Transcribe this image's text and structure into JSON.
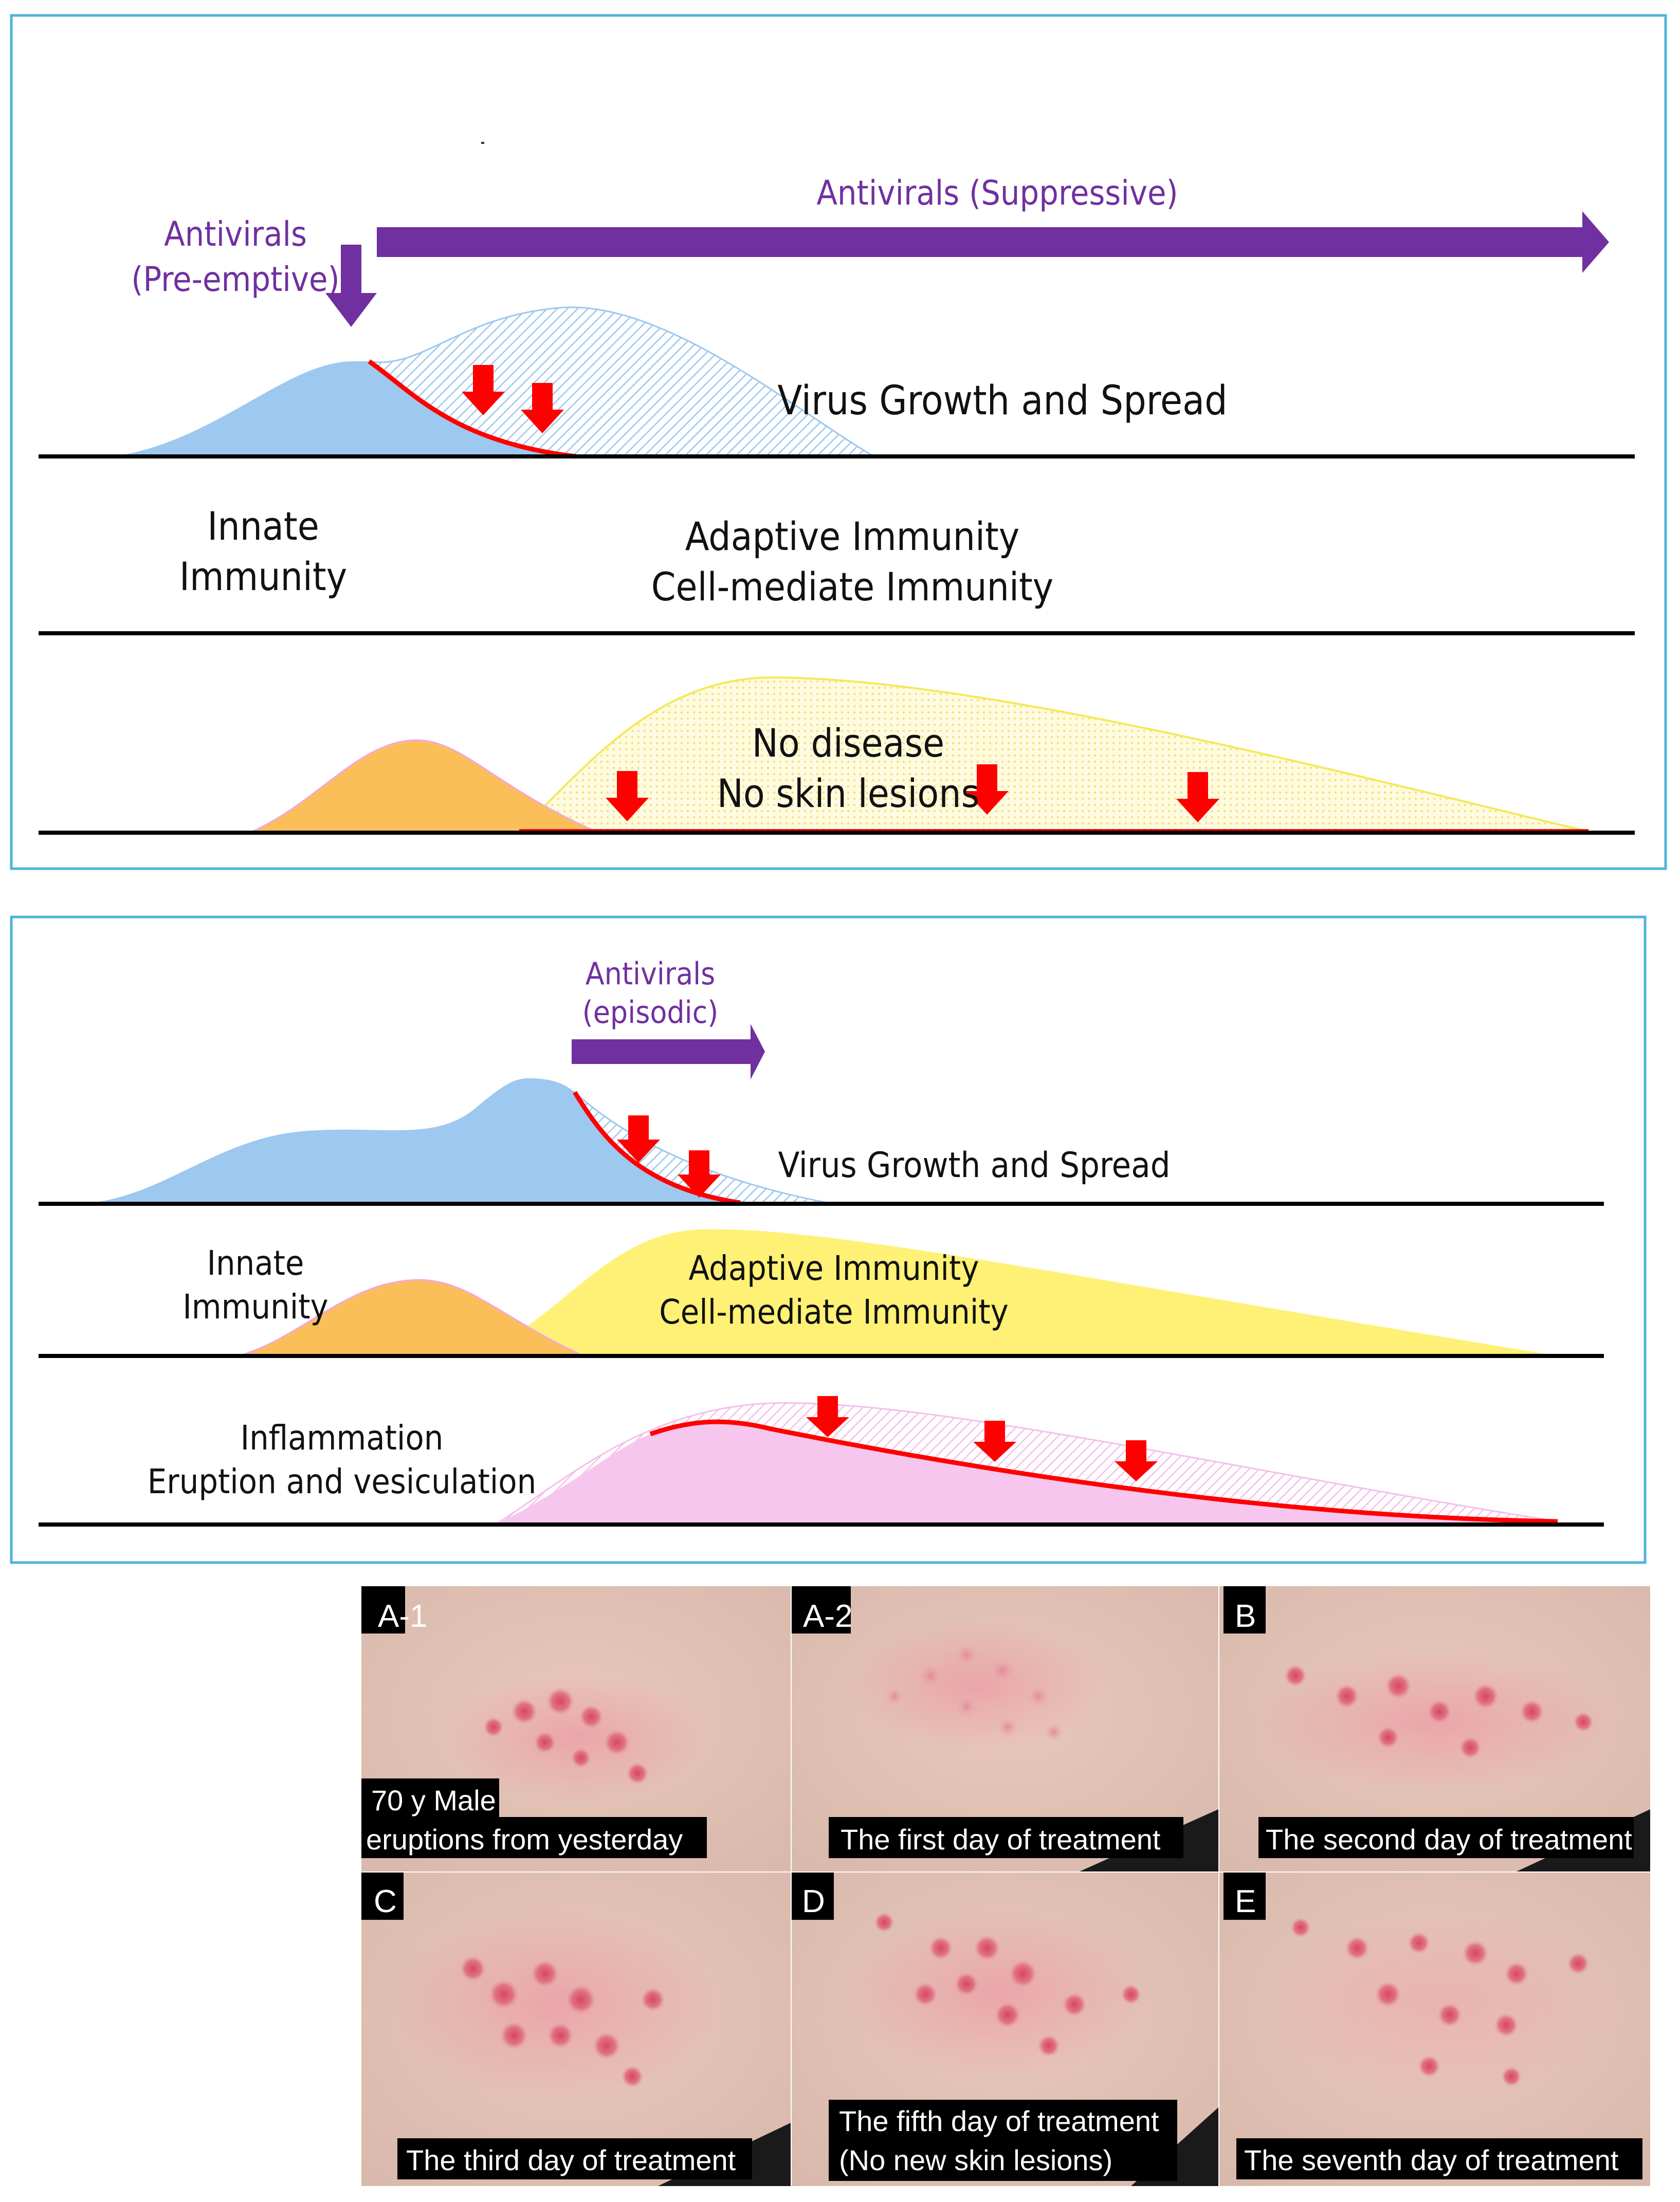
{
  "panel1": {
    "arrow_preemptive_line1": "Antivirals",
    "arrow_preemptive_line2": "(Pre-emptive)",
    "arrow_suppressive": "Antivirals (Suppressive)",
    "virus": "Virus Growth and Spread",
    "innate_line1": "Innate",
    "innate_line2": "Immunity",
    "adaptive_line1": "Adaptive Immunity",
    "adaptive_line2": "Cell-mediate Immunity",
    "nodisease_line1": "No disease",
    "nodisease_line2": "No skin lesions"
  },
  "panel2": {
    "arrow_line1": "Antivirals",
    "arrow_line2": "(episodic)",
    "virus": "Virus Growth and Spread",
    "innate_line1": "Innate",
    "innate_line2": "Immunity",
    "adaptive_line1": "Adaptive Immunity",
    "adaptive_line2": "Cell-mediate Immunity",
    "inflammation_line1": "Inflammation",
    "inflammation_line2": "Eruption and vesiculation"
  },
  "photos": [
    {
      "tag": "A-1",
      "caption_line1": "70 y Male",
      "caption_line2": "eruptions from yesterday"
    },
    {
      "tag": "A-2",
      "caption_line1": "The first day of treatment"
    },
    {
      "tag": "B",
      "caption_line1": "The second day of treatment"
    },
    {
      "tag": "C",
      "caption_line1": "The third day of treatment"
    },
    {
      "tag": "D",
      "caption_line1": "The fifth day of treatment",
      "caption_line2": "(No new skin lesions)"
    },
    {
      "tag": "E",
      "caption_line1": "The seventh day of treatment"
    }
  ],
  "colors": {
    "frame": "#4fb3d9",
    "antiviral": "#7030a0",
    "virus": "#9dc8f0",
    "innate": "#fbbf5a",
    "adaptive": "#fff176",
    "inflammation": "#f7c6ee",
    "decline": "#ff0000"
  }
}
